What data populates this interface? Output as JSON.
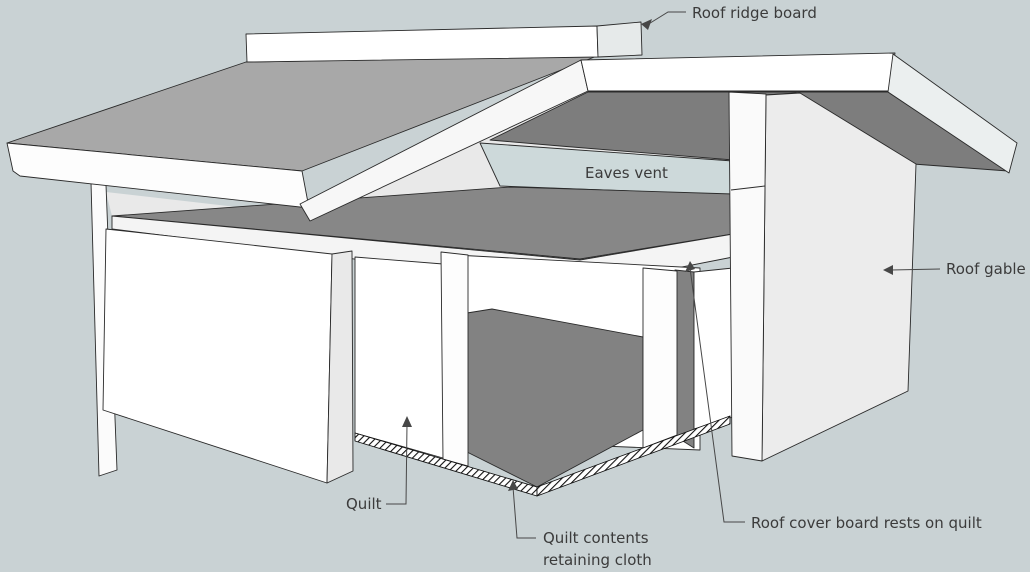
{
  "diagram": {
    "labels": {
      "ridge": "Roof ridge board",
      "eaves_vent": "Eaves vent",
      "roof_gable": "Roof gable",
      "quilt": "Quilt",
      "retaining_cloth": "Quilt contents\nretaining cloth",
      "cover_board": "Roof cover board rests on quilt"
    },
    "colors": {
      "background": "#c9d2d4",
      "roof_top_gray": "#a8a8a8",
      "roof_underside_dark": "#7d7d7d",
      "cover_board_gray": "#878787",
      "interior_dark": "#828282",
      "panel_light": "#ececec",
      "face_white": "#ffffff",
      "eaves_vent_strip": "#cdd9da",
      "outline": "#2a2a2a",
      "label_text": "#3b3b3b"
    }
  }
}
